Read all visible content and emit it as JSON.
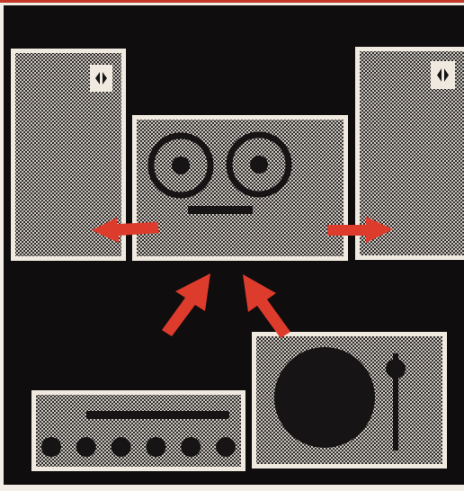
{
  "scene": {
    "components": [
      "left-speaker",
      "tape-deck",
      "right-speaker",
      "amplifier",
      "turntable"
    ],
    "flows": [
      {
        "from": "tape-deck",
        "to": "left-speaker"
      },
      {
        "from": "tape-deck",
        "to": "right-speaker"
      },
      {
        "from": "amplifier",
        "to": "tape-deck"
      },
      {
        "from": "turntable",
        "to": "tape-deck"
      }
    ],
    "amplifier": {
      "knob_count": 6
    },
    "speaker_badge_icon": "brand-logo-icon"
  },
  "colors": {
    "background": "#0f0d0e",
    "panel_edge": "#efe9e0",
    "panel_fill": "#c9c4bd",
    "panel_dot": "#161415",
    "arrow": "#dd3b2c",
    "top_stripe": "#c33a28",
    "page": "#f2ede6"
  }
}
